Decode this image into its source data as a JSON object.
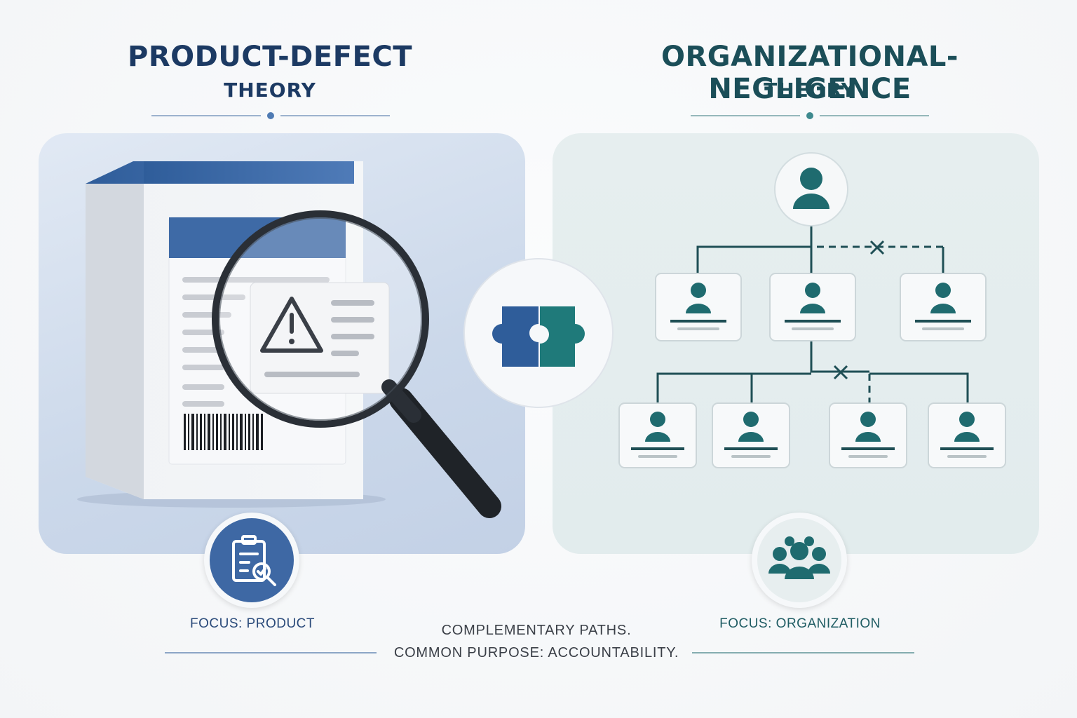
{
  "left": {
    "title": "PRODUCT-DEFECT",
    "subtitle": "THEORY",
    "focus_label": "FOCUS: PRODUCT"
  },
  "right": {
    "title": "ORGANIZATIONAL-NEGLIGENCE",
    "subtitle": "THEORY",
    "focus_label": "FOCUS: ORGANIZATION"
  },
  "footer": {
    "line1": "COMPLEMENTARY PATHS.",
    "line2": "COMMON PURPOSE: ACCOUNTABILITY."
  },
  "icons": {
    "product": "product-box-icon",
    "magnifier": "magnifying-glass-icon",
    "warning": "warning-icon",
    "barcode": "barcode-icon",
    "puzzle": "puzzle-icon",
    "org_chart": "org-chart-icon",
    "person": "person-icon",
    "broken_link": "broken-link-x-icon",
    "clipboard_inspect": "clipboard-inspection-icon",
    "group": "group-people-icon"
  },
  "colors": {
    "left_accent": "#2f5d9a",
    "right_accent": "#1f6b6f",
    "left_title": "#1c3a63",
    "right_title": "#1b4e58",
    "left_focus_label": "#2a4a7a",
    "right_focus_label": "#1f5c63"
  }
}
